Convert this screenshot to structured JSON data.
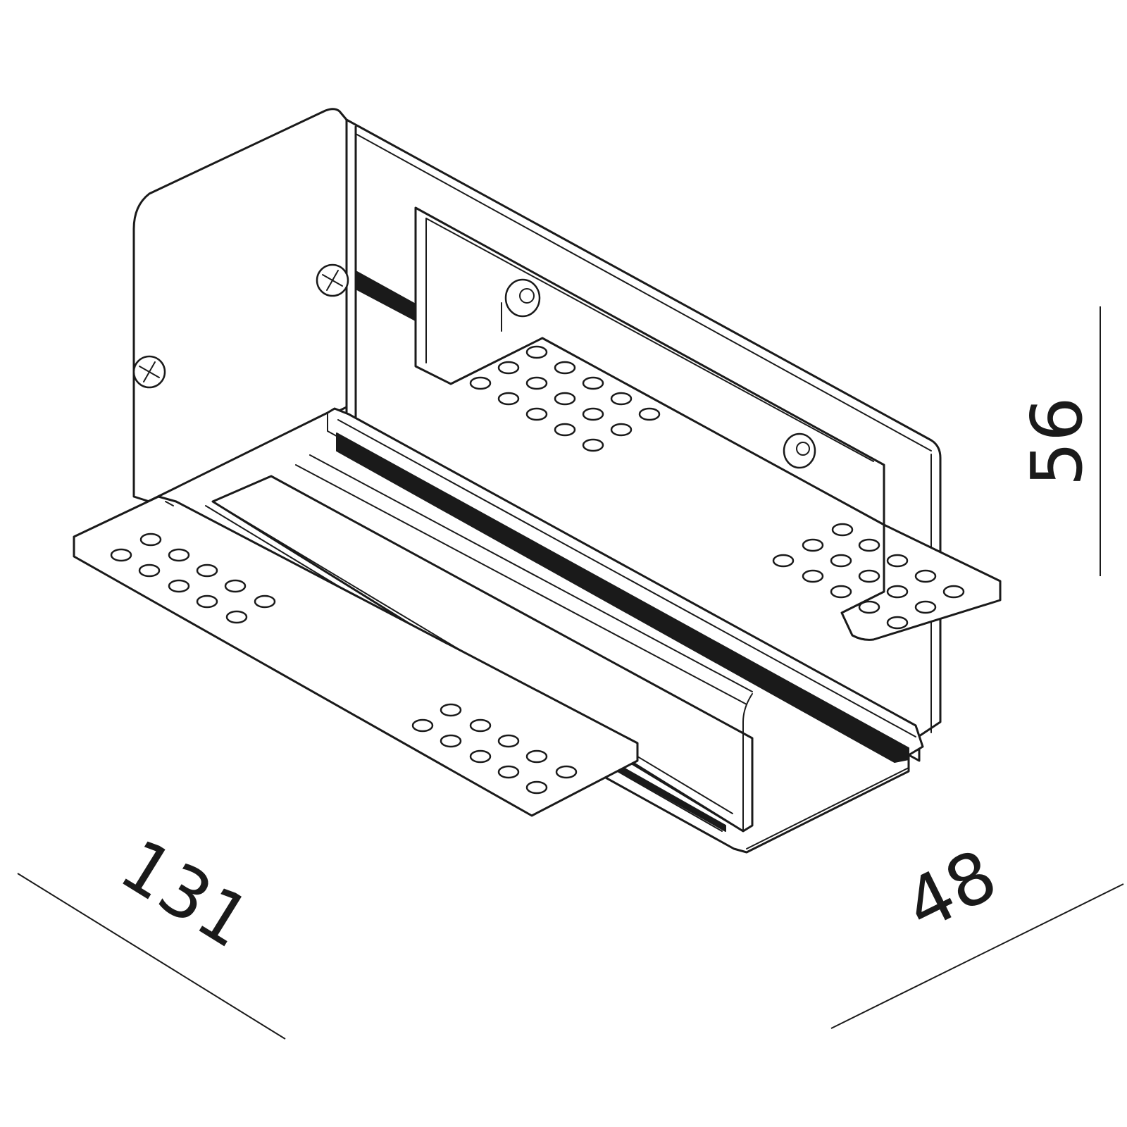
{
  "dimensions": {
    "length": "131",
    "depth": "48",
    "height": "56"
  }
}
